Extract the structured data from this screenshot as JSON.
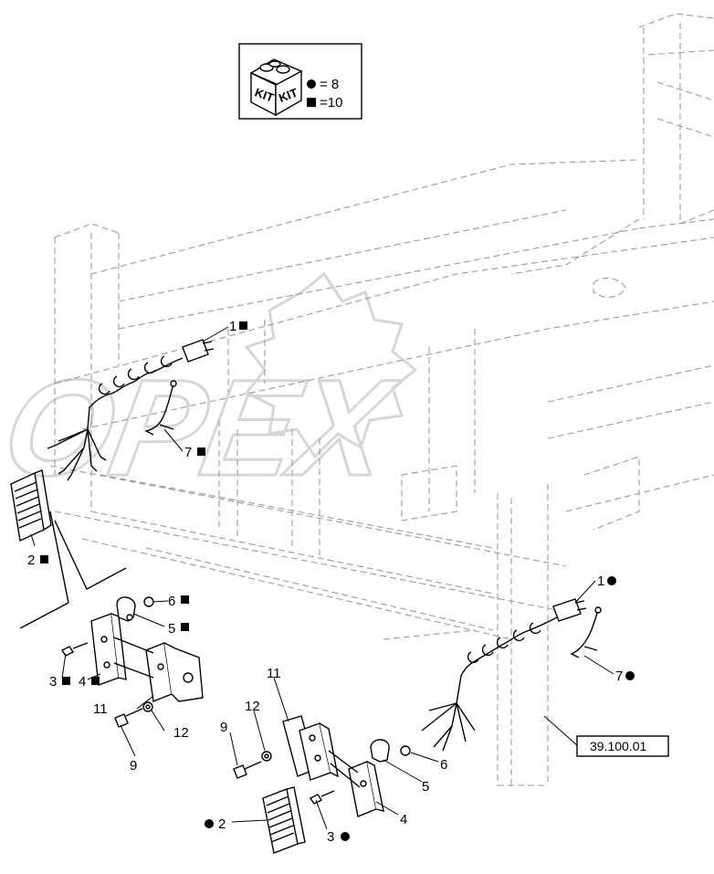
{
  "kit_box": {
    "kit_label_left": "KIT",
    "kit_label_right": "KIT",
    "legend": [
      {
        "symbol": "circle",
        "text": "= 8"
      },
      {
        "symbol": "square",
        "text": "=10"
      }
    ]
  },
  "watermark": {
    "text": "OPEX"
  },
  "reference": {
    "label": "39.100.01"
  },
  "callouts": {
    "c1_square": "1",
    "c1_circle": "1",
    "c7_square": "7",
    "c7_circle": "7",
    "c2_square": "2",
    "c2_circle": "2",
    "c6_square": "6",
    "c6_plain": "6",
    "c5_square": "5",
    "c5_plain": "5",
    "c3_square": "3",
    "c3_circle": "3",
    "c4_square": "4",
    "c4_plain": "4",
    "c11_left": "11",
    "c11_right": "11",
    "c12_left": "12",
    "c12_right": "12",
    "c9_left": "9",
    "c9_right": "9"
  }
}
